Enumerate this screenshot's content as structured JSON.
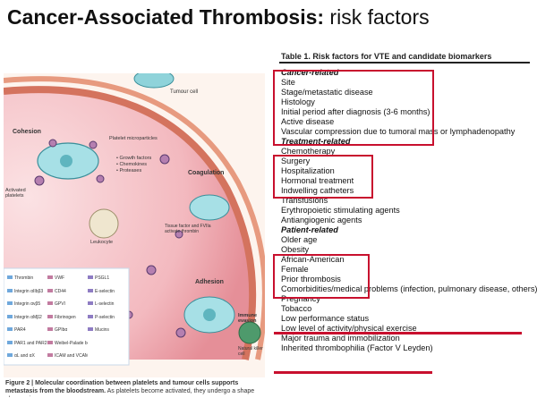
{
  "title": {
    "bold": "Cancer-Associated Thrombosis:",
    "normal": "risk factors"
  },
  "figure": {
    "labels": {
      "tumour_cell": "Tumour cell",
      "cohesion": "Cohesion",
      "activated_platelets": "Activated platelets",
      "platelet_microparticles": "Platelet microparticles",
      "growth_factors": "• Growth factors",
      "chemokines": "• Chemokines",
      "proteases": "• Proteases",
      "leukocyte": "Leukocyte",
      "coagulation": "Coagulation",
      "tissue_factor": "Tissue factor and FVIIa activate thrombin",
      "adhesion": "Adhesion",
      "immune_evasion": "Immune evasion",
      "nk_cell": "Natural killer cell"
    },
    "legend": [
      [
        "Thrombin",
        "VWF",
        "PSGL1"
      ],
      [
        "Integrin αIIbβ3",
        "CD44",
        "E-selectin"
      ],
      [
        "Integrin αvβ5",
        "GPVI",
        "L-selectin"
      ],
      [
        "Integrin αMβ2",
        "Fibrinogen",
        "P-selectin"
      ],
      [
        "PAR4",
        "GPIbα",
        "Mucins"
      ],
      [
        "PAR1 and PAR2",
        "Weibel-Palade bodies",
        ""
      ],
      [
        "αL and αX",
        "ICAM and VCAM",
        ""
      ]
    ],
    "caption_bold": "Figure 2 | Molecular coordination between platelets and tumour cells supports metastasis from the bloodstream.",
    "caption_rest": " As platelets become activated, they undergo a shape change, increase"
  },
  "table": {
    "header": "Table 1. Risk factors for VTE and candidate biomarkers",
    "groups": [
      {
        "heading": "Cancer-related",
        "items": [
          "Site",
          "Stage/metastatic disease",
          "Histology",
          "Initial period after diagnosis (3-6 months)",
          "Active disease"
        ],
        "after": [
          "Vascular compression due to tumoral mass or lymphadenopathy"
        ]
      },
      {
        "heading": "Treatment-related",
        "items": [
          "Chemotherapy",
          "Surgery",
          "Hospitalization"
        ],
        "after": [
          "Hormonal treatment",
          "Indwelling catheters",
          "Transfusions",
          "Erythropoietic stimulating agents",
          "Antiangiogenic agents"
        ]
      },
      {
        "heading": "Patient-related",
        "items": [
          "Older age",
          "Obesity"
        ],
        "after": [
          "African-American",
          "Female",
          "Prior thrombosis",
          "Comorbidities/medical problems (infection, pulmonary disease, others)",
          "Pregnancy",
          "Tobacco",
          "Low performance status",
          "Low level of activity/physical exercise",
          "Major trauma and immobilization",
          "Inherited thrombophilia (Factor V Leyden)"
        ]
      }
    ]
  }
}
